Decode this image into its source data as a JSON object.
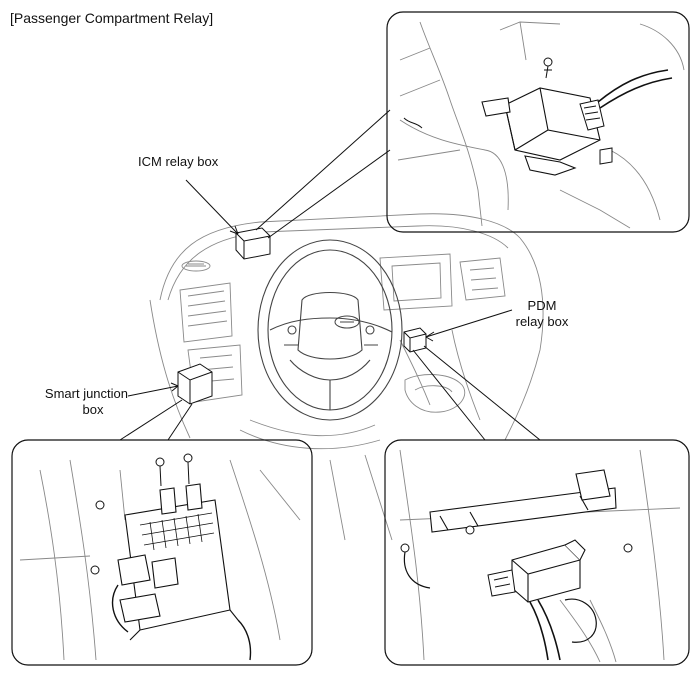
{
  "diagram": {
    "title": "[Passenger Compartment Relay]",
    "labels": {
      "icm_relay_box": "ICM relay box",
      "pdm_line1": "PDM",
      "pdm_line2": "relay box",
      "sjb_line1": "Smart junction",
      "sjb_line2": "box"
    },
    "colors": {
      "line": "#111111",
      "detail": "#555555",
      "light": "#9a9a9a",
      "background": "#ffffff"
    },
    "icons": [
      "steering-wheel-icon",
      "brand-emblem-icon",
      "relay-box-icon",
      "junction-box-icon",
      "connector-icon",
      "bolt-icon"
    ]
  }
}
